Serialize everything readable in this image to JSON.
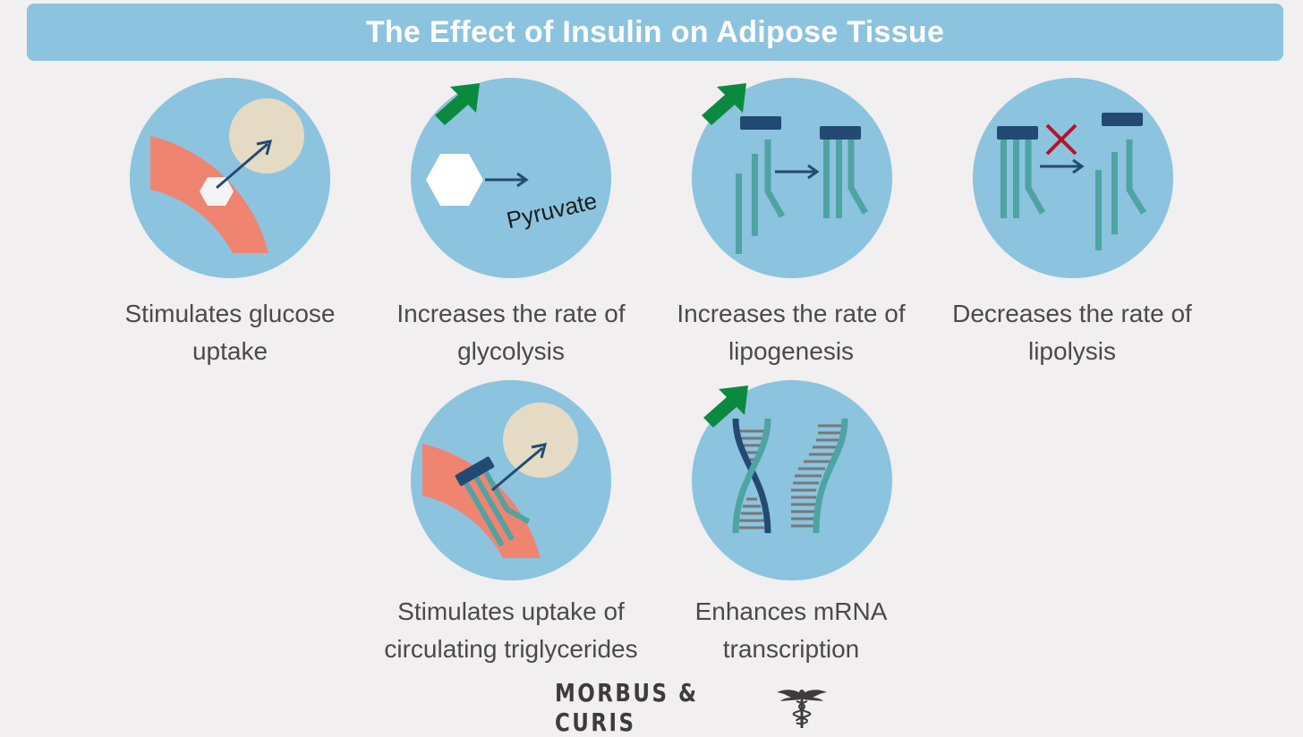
{
  "title": "The Effect of Insulin on Adipose Tissue",
  "panels": [
    {
      "line1": "Stimulates glucose",
      "line2": "uptake"
    },
    {
      "line1": "Increases the rate of",
      "line2": "glycolysis",
      "icon_label": "Pyruvate"
    },
    {
      "line1": "Increases the rate of",
      "line2": "lipogenesis"
    },
    {
      "line1": "Decreases the rate of",
      "line2": "lipolysis"
    },
    {
      "line1": "Stimulates uptake of",
      "line2": "circulating triglycerides"
    },
    {
      "line1": "Enhances mRNA",
      "line2": "transcription"
    }
  ],
  "brand": {
    "name": "MORBUS & CURIS",
    "logo_icon": "caduceus-icon"
  },
  "icons": {
    "increase": "green-up-arrow-icon",
    "decrease": "red-x-icon"
  },
  "colors": {
    "title_bar": "#8cc3df",
    "circle": "#8cc3df",
    "membrane": "#ef8471",
    "cell": "#e5dbc4",
    "triglyceride_head": "#234a72",
    "fatty_acid": "#4ea3a3",
    "up_arrow": "#0b8a3f",
    "x_mark": "#b3142a",
    "caption_text": "#4a4a4a"
  }
}
